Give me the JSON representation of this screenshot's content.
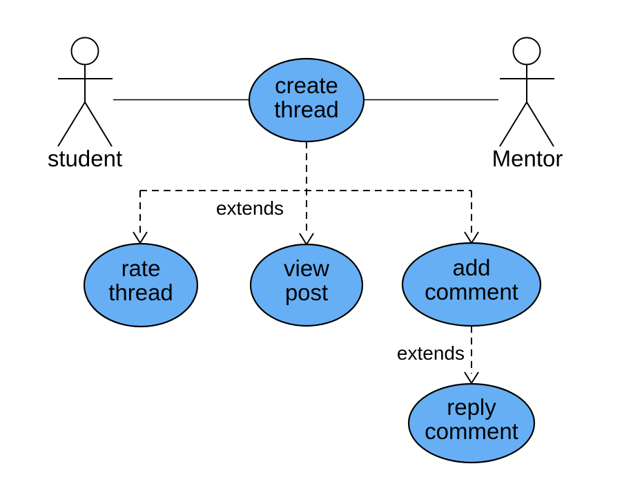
{
  "diagram": {
    "type": "uml-use-case",
    "colors": {
      "background": "#ffffff",
      "usecase_fill": "#66aff4",
      "stroke": "#000000",
      "text": "#000000"
    },
    "actors": {
      "student": {
        "label": "student"
      },
      "mentor": {
        "label": "Mentor"
      }
    },
    "usecases": {
      "create_thread": {
        "line1": "create",
        "line2": "thread"
      },
      "rate_thread": {
        "line1": "rate",
        "line2": "thread"
      },
      "view_post": {
        "line1": "view",
        "line2": "post"
      },
      "add_comment": {
        "line1": "add",
        "line2": "comment"
      },
      "reply_comment": {
        "line1": "reply",
        "line2": "comment"
      }
    },
    "edge_labels": {
      "extends_top": "extends",
      "extends_bottom": "extends"
    },
    "relationships": [
      {
        "from": "student",
        "to": "create_thread",
        "kind": "association"
      },
      {
        "from": "mentor",
        "to": "create_thread",
        "kind": "association"
      },
      {
        "from": "create_thread",
        "to": "rate_thread",
        "kind": "extends"
      },
      {
        "from": "create_thread",
        "to": "view_post",
        "kind": "extends"
      },
      {
        "from": "create_thread",
        "to": "add_comment",
        "kind": "extends"
      },
      {
        "from": "add_comment",
        "to": "reply_comment",
        "kind": "extends"
      }
    ]
  }
}
